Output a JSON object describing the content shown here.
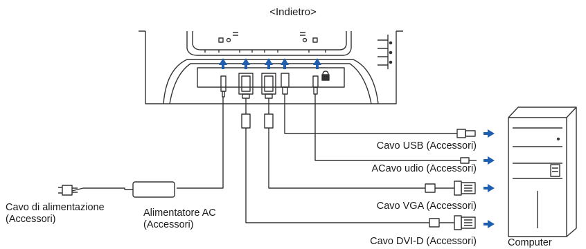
{
  "view_title": "<Indietro>",
  "labels": {
    "usb_cable": "Cavo USB (Accessori)",
    "audio_cable": "ACavo udio (Accessori)",
    "vga_cable": "Cavo VGA (Accessori)",
    "dvi_cable": "Cavo DVI-D (Accessori)",
    "power_cable_line1": "Cavo di alimentazione",
    "power_cable_line2": "(Accessori)",
    "ac_adapter_line1": "Alimentatore AC",
    "ac_adapter_line2": "(Accessori)",
    "computer": "Computer"
  },
  "colors": {
    "arrow": "#1f5fb0",
    "line": "#333333",
    "monitor_fill": "#f4f4f4"
  }
}
